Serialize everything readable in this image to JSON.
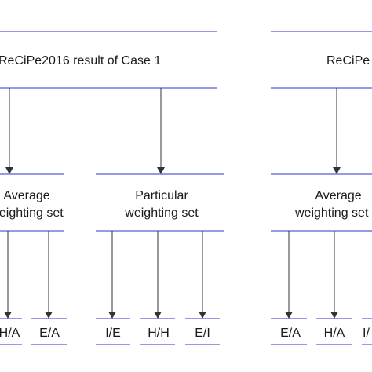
{
  "diagram": {
    "left": {
      "title": "ReCiPe2016 result of Case 1",
      "groups": [
        {
          "line1": "Average",
          "line2": "weighting set",
          "leaves": [
            "H/A",
            "E/A"
          ]
        },
        {
          "line1": "Particular",
          "line2": "weighting set",
          "leaves": [
            "I/E",
            "H/H",
            "E/I"
          ]
        }
      ]
    },
    "right": {
      "title": "ReCiPe",
      "groups": [
        {
          "line1": "Average",
          "line2": "weighting set",
          "leaves": [
            "E/A",
            "H/A",
            "I/"
          ]
        }
      ]
    }
  },
  "colors": {
    "line": "#5a5adc",
    "arrow": "#333333",
    "text": "#1a1a1a"
  }
}
